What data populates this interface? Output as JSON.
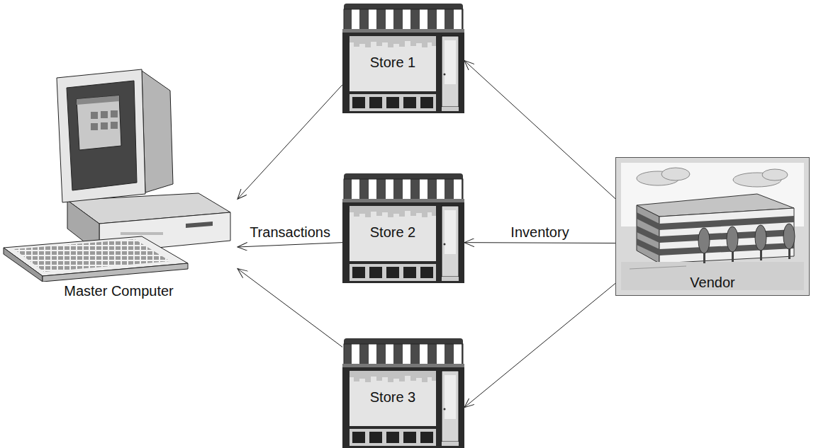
{
  "diagram": {
    "nodes": [
      {
        "text": [
          "Master Computer"
        ]
      },
      {
        "text": [
          "Store 1"
        ]
      },
      {
        "text": [
          "Store 2"
        ]
      },
      {
        "text": [
          "Store 3"
        ]
      },
      {
        "text": [
          "Vendor"
        ]
      }
    ],
    "edges": [
      {
        "from": 1,
        "to": 0,
        "arrow": "to"
      },
      {
        "from": 2,
        "to": 0,
        "label": "Transactions",
        "arrow": "to"
      },
      {
        "from": 3,
        "to": 0,
        "arrow": "to"
      },
      {
        "from": 4,
        "to": 1,
        "arrow": "to"
      },
      {
        "from": 4,
        "to": 2,
        "label": "Inventory",
        "arrow": "to"
      },
      {
        "from": 4,
        "to": 3,
        "arrow": "to"
      }
    ]
  }
}
